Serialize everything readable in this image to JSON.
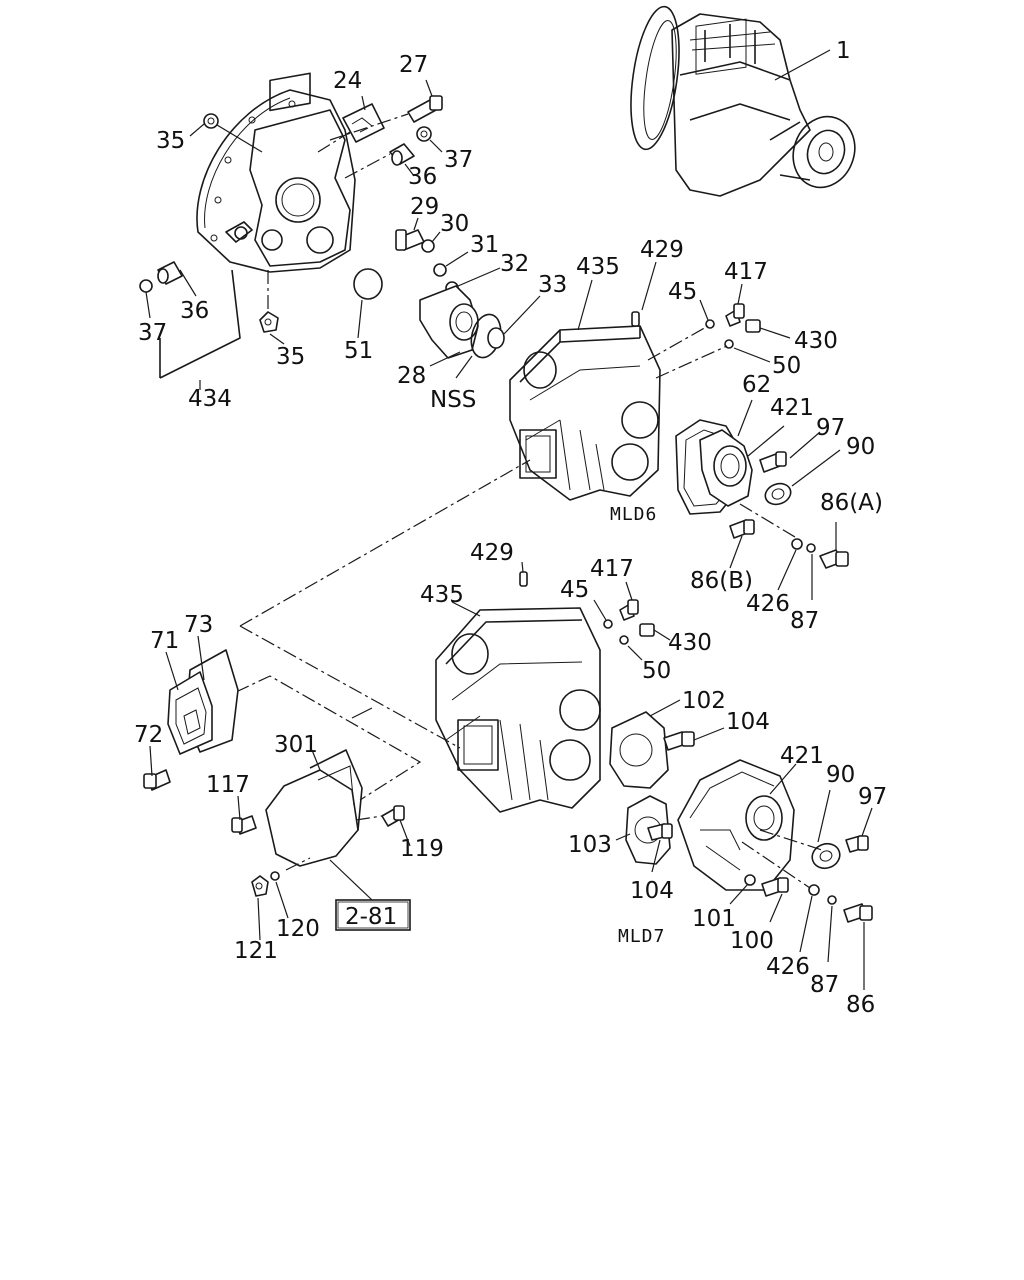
{
  "labels": {
    "p1": "1",
    "p24": "24",
    "p27": "27",
    "p35a": "35",
    "p37a": "37",
    "p36a": "36",
    "p29": "29",
    "p30": "30",
    "p31": "31",
    "p32": "32",
    "p33": "33",
    "p435a": "435",
    "p429a": "429",
    "p417a": "417",
    "p45a": "45",
    "p430a": "430",
    "p50a": "50",
    "p37b": "37",
    "p36b": "36",
    "p35b": "35",
    "p51": "51",
    "p28": "28",
    "nss": "NSS",
    "p434": "434",
    "p62": "62",
    "p421a": "421",
    "p97a": "97",
    "p90a": "90",
    "p86a": "86(A)",
    "p86b": "86(B)",
    "p426a": "426",
    "p87a": "87",
    "p429b": "429",
    "p417b": "417",
    "p45b": "45",
    "p435b": "435",
    "p430b": "430",
    "p50b": "50",
    "p73": "73",
    "p71": "71",
    "p72": "72",
    "p301": "301",
    "p102": "102",
    "p104a": "104",
    "p421b": "421",
    "p90b": "90",
    "p97b": "97",
    "p117": "117",
    "p119": "119",
    "p103": "103",
    "p104b": "104",
    "p121": "121",
    "p120": "120",
    "ref281": "2-81",
    "p101": "101",
    "p100": "100",
    "p426b": "426",
    "p87b": "87",
    "p86c": "86"
  },
  "codes": {
    "mld6": "MLD6",
    "mld7": "MLD7"
  }
}
